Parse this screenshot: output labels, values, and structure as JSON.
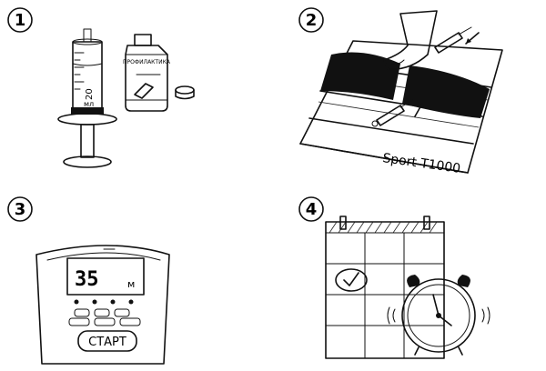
{
  "steps": [
    {
      "number": "1",
      "syringe_scale_label": "20",
      "syringe_unit_label": "мл",
      "bottle_label": "ПРОФИЛАКТИКА"
    },
    {
      "number": "2",
      "tray_label": "Sport T1000"
    },
    {
      "number": "3",
      "display_value": "35",
      "display_unit": "м",
      "start_label": "СТАРТ"
    },
    {
      "number": "4"
    }
  ],
  "colors": {
    "ink": "#111111",
    "background": "#ffffff"
  }
}
